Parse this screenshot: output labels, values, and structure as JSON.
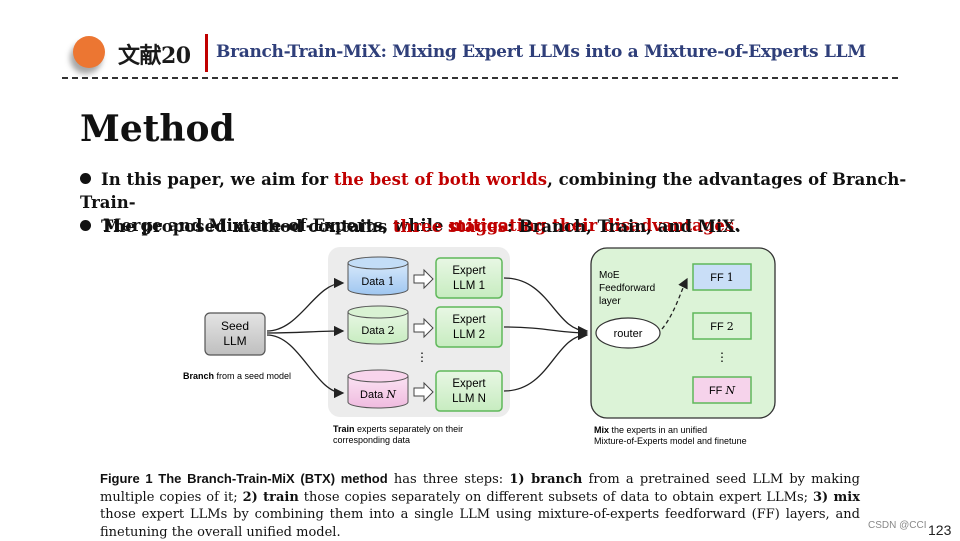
{
  "header": {
    "ref_label": "文献20",
    "paper_title": "Branch-Train-MiX: Mixing Expert LLMs into a Mixture-of-Experts LLM"
  },
  "slide": {
    "heading": "Method",
    "bullet1": {
      "part1": "In this paper, we aim for ",
      "hl1": "the best of both worlds",
      "part2": ", combining the advantages of Branch-Train-",
      "line2_part1": "Merge and Mixture-of-Experts, while ",
      "hl2": "mitigating their disadvantages",
      "line2_part2": "."
    },
    "bullet2": {
      "part1": "The proposed method contains ",
      "hl": "three stages",
      "part2": ": Branch, Train, and MiX."
    }
  },
  "diagram": {
    "seed": {
      "line1": "Seed",
      "line2": "LLM"
    },
    "branch_caption": {
      "bold": "Branch",
      "rest": " from a seed model"
    },
    "data": [
      {
        "prefix": "Data ",
        "suffix": "1"
      },
      {
        "prefix": "Data ",
        "suffix": "2"
      },
      {
        "prefix": "Data ",
        "suffix": "N"
      }
    ],
    "experts": [
      {
        "line1": "Expert",
        "line2": "LLM 1"
      },
      {
        "line1": "Expert",
        "line2": "LLM 2"
      },
      {
        "line1": "Expert",
        "line2": "LLM N"
      }
    ],
    "ellipsis": "⋮",
    "train_caption": {
      "bold": "Train",
      "rest1": " experts separately on their",
      "rest2": "corresponding data"
    },
    "moe": {
      "line1": "MoE",
      "line2": "Feedforward",
      "line3": "layer"
    },
    "router": "router",
    "ff": [
      {
        "prefix": "FF ",
        "suffix": "1"
      },
      {
        "prefix": "FF ",
        "suffix": "2"
      },
      {
        "prefix": "FF ",
        "suffix": "N"
      }
    ],
    "mix_caption": {
      "bold": "Mix",
      "rest1": " the experts in an unified",
      "rest2": "Mixture-of-Experts model and finetune"
    },
    "colors": {
      "data1": "#a9cdf2",
      "data2": "#b8e6b0",
      "dataN": "#f5c6e6",
      "expert_border": "#5fb85a",
      "ff_border": "#5fb85a",
      "panel": "#ececec"
    }
  },
  "caption": {
    "label": "Figure 1  The Branch-Train-MiX (BTX) method",
    "t1": " has three steps: ",
    "s1n": "1)",
    "s1w": " branch",
    "t2": " from a pretrained seed LLM by making multiple copies of it; ",
    "s2n": "2)",
    "s2w": " train",
    "t3": " those copies separately on different subsets of data to obtain expert LLMs; ",
    "s3n": "3)",
    "s3w": " mix",
    "t4": " those expert LLMs by combining them into a single LLM using mixture-of-experts feedforward (FF) layers, and finetuning the overall unified model."
  },
  "footer": {
    "watermark": "CSDN @CCI",
    "page_number": "123"
  }
}
